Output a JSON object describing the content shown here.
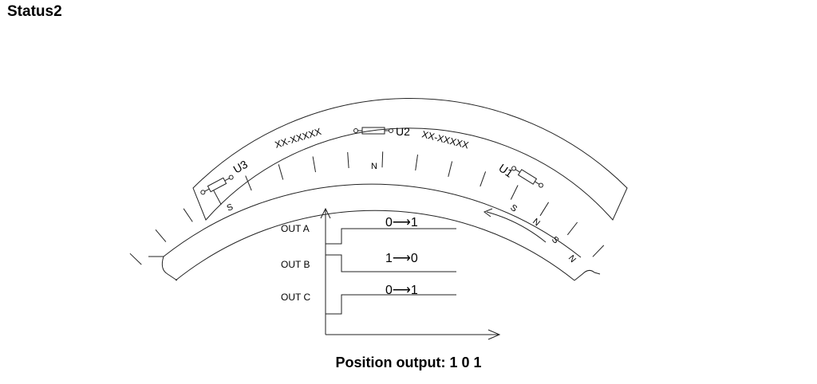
{
  "title": "Status2",
  "sensors": [
    {
      "label": "U3"
    },
    {
      "label": "U2"
    },
    {
      "label": "U1"
    }
  ],
  "part_numbers": [
    "XX-XXXXX",
    "XX-XXXXX"
  ],
  "magnet_labels": {
    "top_n": "N",
    "left_s": "S",
    "right_pattern": [
      "S",
      "N",
      "S",
      "N"
    ]
  },
  "outputs": [
    {
      "name": "OUT A",
      "transition": "0⟶1"
    },
    {
      "name": "OUT B",
      "transition": "1⟶0"
    },
    {
      "name": "OUT C",
      "transition": "0⟶1"
    }
  ],
  "caption": "Position output: 1 0 1"
}
